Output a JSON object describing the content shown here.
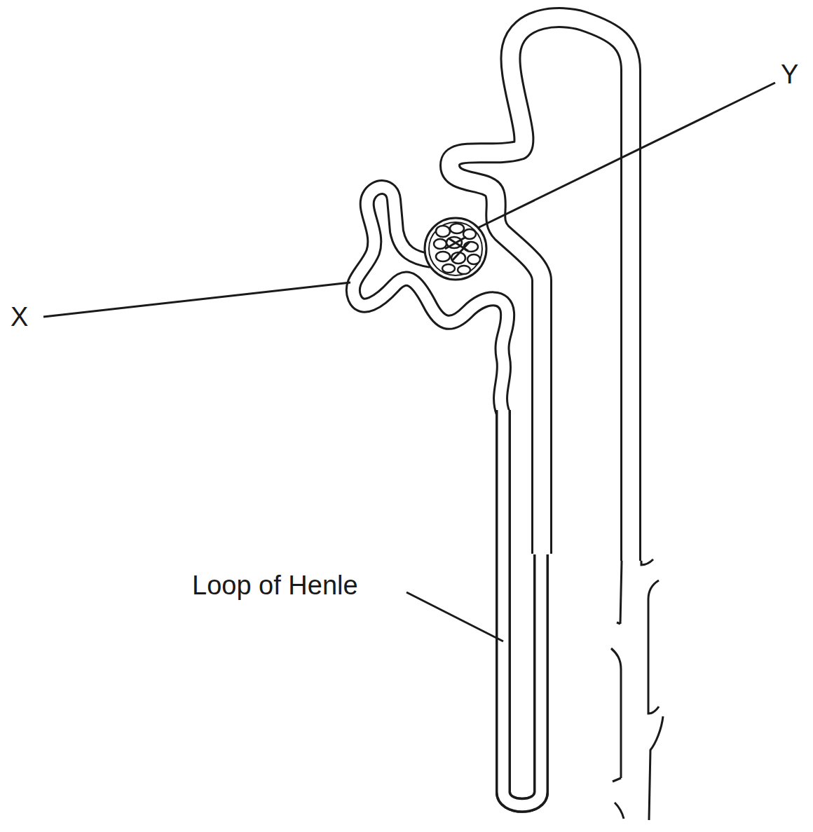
{
  "diagram": {
    "labels": [
      "X",
      "Y",
      "Loop of Henle"
    ]
  }
}
